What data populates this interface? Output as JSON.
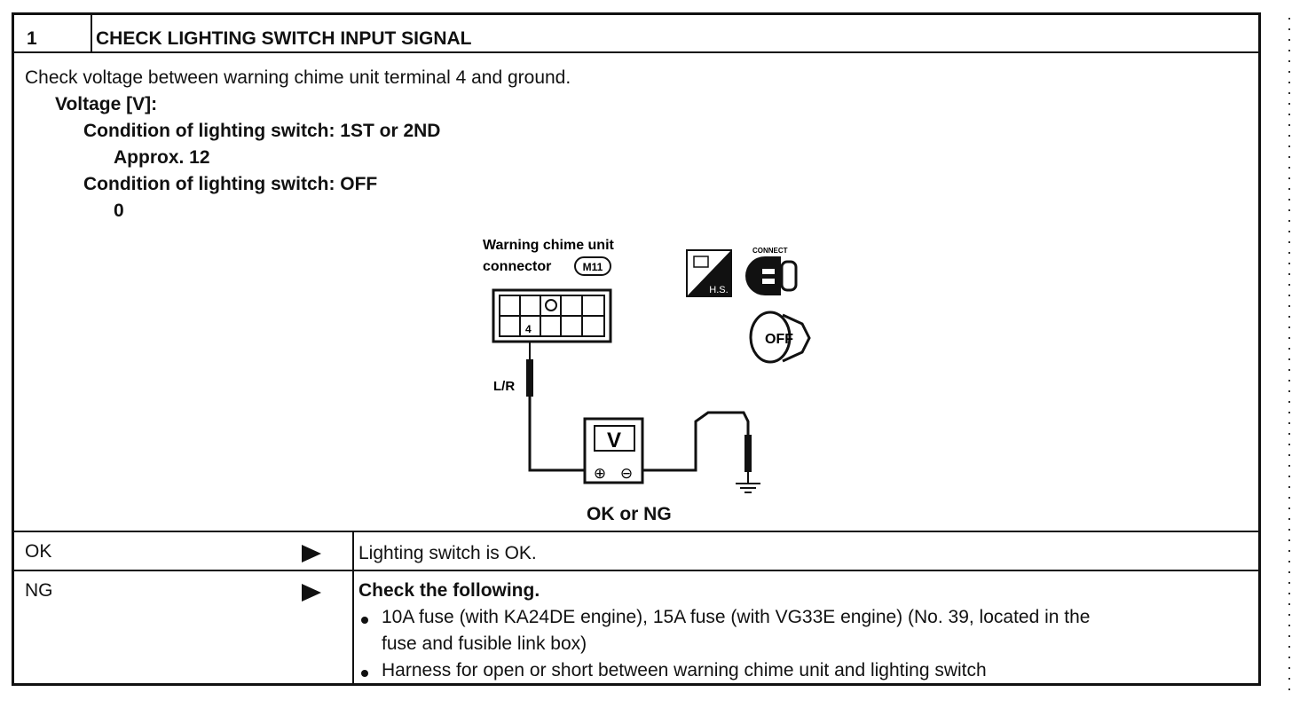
{
  "step": {
    "number": "1",
    "title": "CHECK LIGHTING SWITCH INPUT SIGNAL"
  },
  "instructions": {
    "line": "Check voltage between warning chime unit terminal 4 and ground.",
    "voltage_label": "Voltage [V]:",
    "conditions": [
      {
        "label": "Condition of lighting switch: 1ST or 2ND",
        "value": "Approx. 12"
      },
      {
        "label": "Condition of lighting switch: OFF",
        "value": "0"
      }
    ]
  },
  "diagram": {
    "connector_label_1": "Warning chime unit",
    "connector_label_2": "connector",
    "connector_id": "M11",
    "terminal": "4",
    "wire_color": "L/R",
    "meter_symbol": "V",
    "plus_symbol": "⊕",
    "minus_symbol": "⊖",
    "hs_label": "H.S.",
    "connect_label": "CONNECT",
    "key_label": "OFF"
  },
  "result_prompt": "OK or NG",
  "results": [
    {
      "label": "OK",
      "action_title": "Lighting switch is OK.",
      "items": []
    },
    {
      "label": "NG",
      "action_title": "Check the following.",
      "items": [
        "10A fuse (with KA24DE engine), 15A fuse (with VG33E engine) (No. 39, located in the",
        "fuse and fusible link box)",
        "Harness for open or short between warning chime unit and lighting switch"
      ]
    }
  ]
}
